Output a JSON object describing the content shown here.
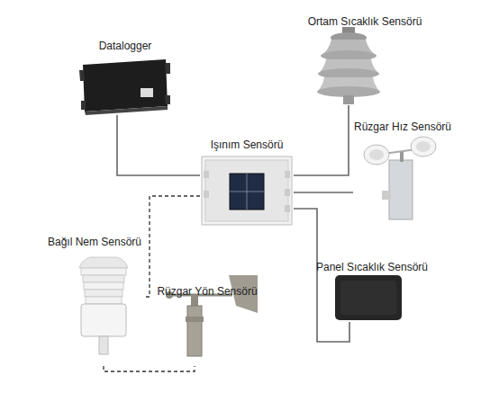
{
  "diagram": {
    "nodes": [
      {
        "text": [
          "Datalogger"
        ]
      },
      {
        "text": [
          "Ortam Sıcaklık Sensörü"
        ]
      },
      {
        "text": [
          "Işınım Sensörü"
        ]
      },
      {
        "text": [
          "Rüzgar Hız Sensörü"
        ]
      },
      {
        "text": [
          "Panel Sıcaklık Sensörü"
        ]
      },
      {
        "text": [
          "Bağıl Nem Sensörü"
        ]
      },
      {
        "text": [
          "Rüzgar Yön Sensörü"
        ]
      }
    ],
    "edges": [
      {
        "from": 0,
        "to": 2,
        "arrow": "none"
      },
      {
        "from": 1,
        "to": 2,
        "arrow": "none"
      },
      {
        "from": 2,
        "to": 3,
        "arrow": "none"
      },
      {
        "from": 2,
        "to": 4,
        "arrow": "none"
      },
      {
        "from": 2,
        "to": 5,
        "arrow": "none"
      },
      {
        "from": 5,
        "to": 6,
        "arrow": "none"
      }
    ]
  }
}
